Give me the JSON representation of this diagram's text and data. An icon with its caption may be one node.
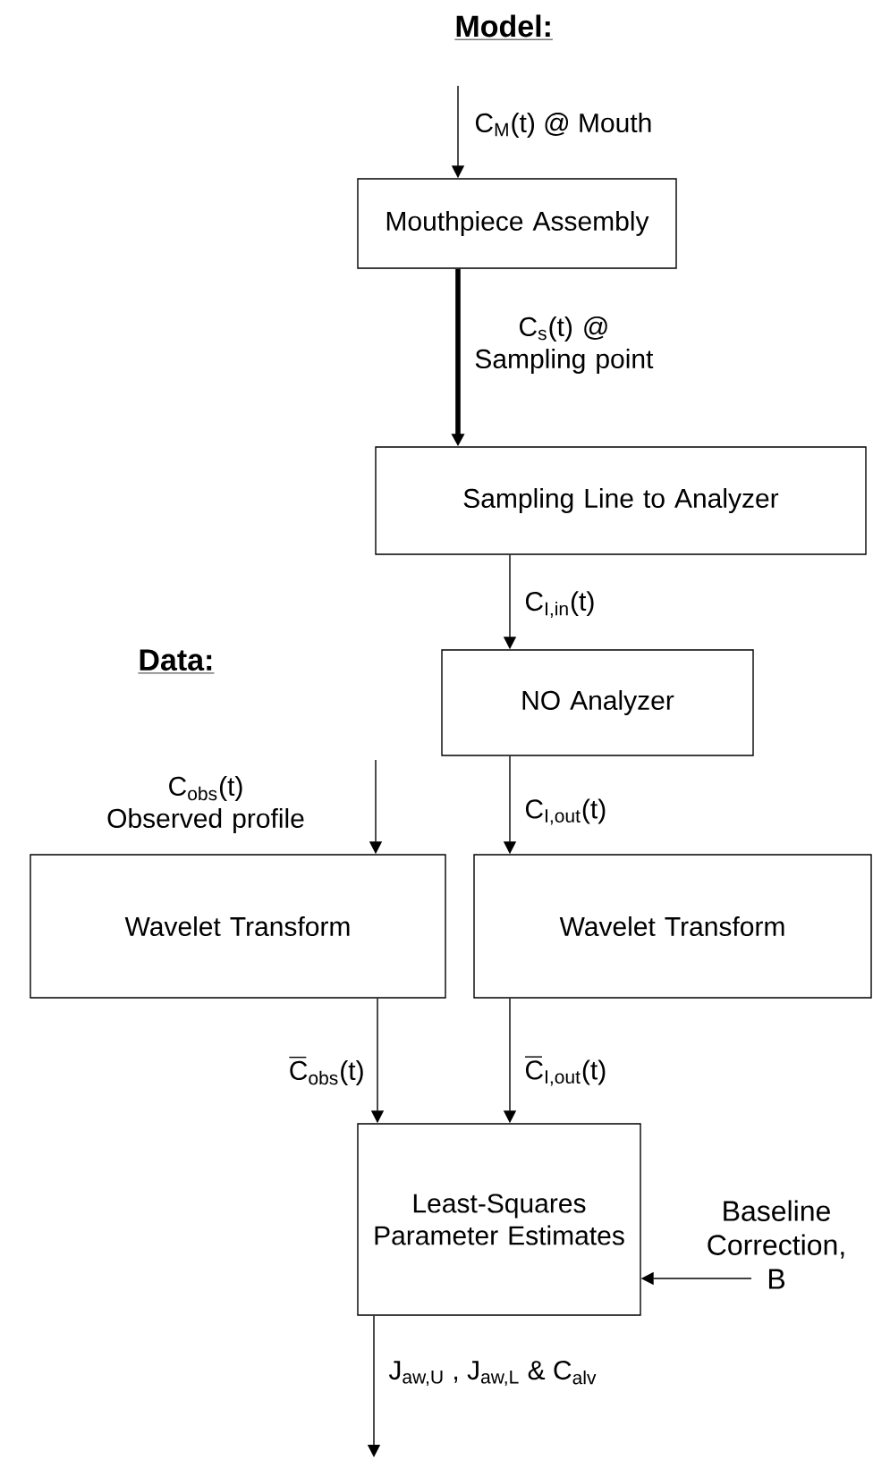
{
  "diagram": {
    "nodes": [
      {
        "text": [
          "Mouthpiece Assembly"
        ]
      },
      {
        "text": [
          "Sampling Line to Analyzer"
        ]
      },
      {
        "text": [
          "NO Analyzer"
        ]
      },
      {
        "text": [
          "Wavelet Transform"
        ]
      },
      {
        "text": [
          "Wavelet Transform"
        ]
      },
      {
        "text": [
          "Least-Squares Parameter Estimates"
        ]
      },
      {
        "text": [
          "Baseline Correction, B"
        ]
      }
    ],
    "edges": [
      {
        "from": null,
        "to": 0,
        "arrow": "to",
        "label": "C$_{M}$(t) @ Mouth"
      },
      {
        "from": 0,
        "to": 1,
        "arrow": "to",
        "style": "thick",
        "label": "C$_{s}$(t) @ Sampling point"
      },
      {
        "from": 1,
        "to": 2,
        "arrow": "to",
        "label": "C$_{I,in}$(t)"
      },
      {
        "from": null,
        "to": 3,
        "arrow": "to",
        "label": "C$_{obs}$(t) Observed profile"
      },
      {
        "from": 2,
        "to": 4,
        "arrow": "to",
        "label": "C$_{I,out}$(t)"
      },
      {
        "from": 3,
        "to": 5,
        "arrow": "to",
        "label": "C$_{obs}$(t)"
      },
      {
        "from": 4,
        "to": 5,
        "arrow": "to",
        "label": "C$_{I,out}$(t)"
      },
      {
        "from": 6,
        "to": 5,
        "arrow": "to"
      },
      {
        "from": 5,
        "to": null,
        "arrow": "to",
        "label": "J$_{aw,U}$ , J$_{aw,L}$ & C$_{alv}$"
      }
    ],
    "labels": [
      "Model:",
      "Data:"
    ]
  }
}
